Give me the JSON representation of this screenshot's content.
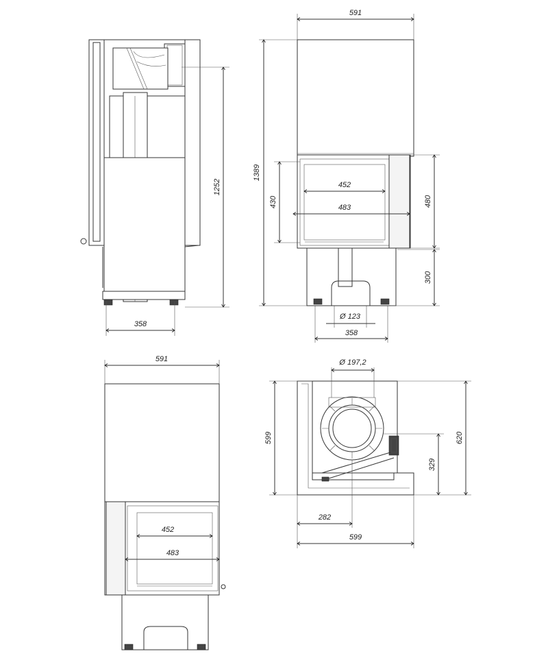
{
  "views": {
    "side": {
      "dims": {
        "height": "1252",
        "depth": "358"
      }
    },
    "front": {
      "dims": {
        "width": "591",
        "total_height": "1389",
        "door_height": "430",
        "door_frame": "480",
        "glass_width": "452",
        "inner_width": "483",
        "base_height": "300",
        "flue": "Ø 123",
        "base_width": "358"
      }
    },
    "back": {
      "dims": {
        "width": "591",
        "glass_width": "452",
        "inner_width": "483"
      }
    },
    "top": {
      "dims": {
        "flue": "Ø 197,2",
        "depth": "599",
        "total_depth": "620",
        "flue_offset": "329",
        "flue_pos": "282",
        "width": "599"
      }
    }
  }
}
